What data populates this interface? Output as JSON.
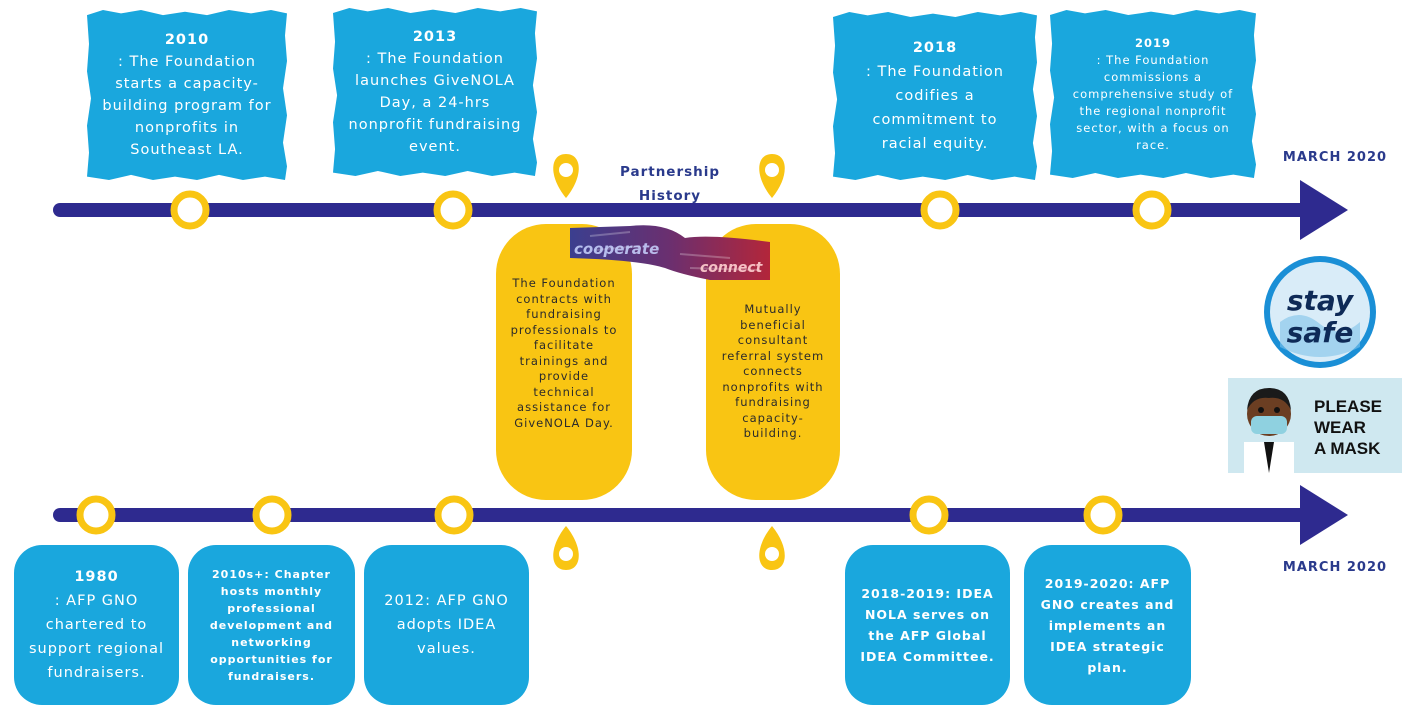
{
  "top_cards": [
    {
      "year": "2010",
      "text": ": The Foundation starts a capacity-building program for nonprofits in Southeast LA."
    },
    {
      "year": "2013",
      "text": ": The Foundation launches GiveNOLA Day, a 24-hrs nonprofit fundraising event."
    },
    {
      "year": "2018",
      "text": ": The Foundation codifies a commitment to racial equity."
    },
    {
      "year": "2019",
      "text": ": The Foundation commissions a comprehensive study of the regional nonprofit sector, with a focus on race."
    }
  ],
  "bottom_cards": [
    {
      "year": "1980",
      "text": ": AFP GNO chartered to support regional fundraisers."
    },
    {
      "year": "",
      "text": "2010s+: Chapter hosts monthly professional development and networking opportunities for fundraisers."
    },
    {
      "year": "",
      "text": "2012: AFP GNO adopts IDEA values."
    },
    {
      "year": "",
      "text": "2018-2019: IDEA NOLA serves on the AFP Global IDEA Committee."
    },
    {
      "year": "",
      "text": "2019-2020: AFP GNO creates and implements an IDEA strategic plan."
    }
  ],
  "center_title": "Partnership History",
  "pills": {
    "left": "The Foundation contracts with fundraising professionals to facilitate trainings and provide technical assistance for GiveNOLA Day.",
    "right": "Mutually beneficial consultant referral system connects nonprofits with fundraising capacity-building."
  },
  "handshake_words": {
    "left": "cooperate",
    "right": "connect"
  },
  "end_labels": {
    "top": "MARCH 2020",
    "bottom": "MARCH 2020"
  },
  "stay_safe": {
    "line1": "stay",
    "line2": "safe"
  },
  "mask_sign": {
    "line1": "PLEASE",
    "line2": "WEAR",
    "line3": "A MASK"
  },
  "colors": {
    "arrow": "#2e2a8f",
    "node": "#f9c513",
    "card": "#1aa7dd",
    "pill": "#f9c513"
  }
}
